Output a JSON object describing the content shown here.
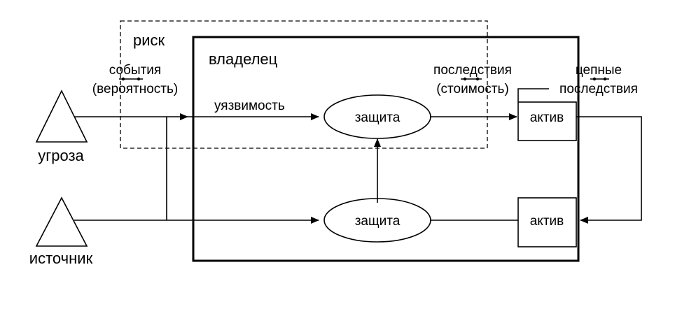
{
  "labels": {
    "risk": "риск",
    "owner": "владелец",
    "events_line1": "события",
    "events_line2": "(вероятность)",
    "consequences_line1": "последствия",
    "consequences_line2": "(стоимость)",
    "chain_line1": "цепные",
    "chain_line2": "последствия",
    "vulnerability": "уязвимость",
    "threat": "угроза",
    "source": "источник"
  },
  "nodes": {
    "protection_top": "защита",
    "protection_bottom": "защита",
    "asset_top": "актив",
    "asset_bottom": "актив"
  }
}
